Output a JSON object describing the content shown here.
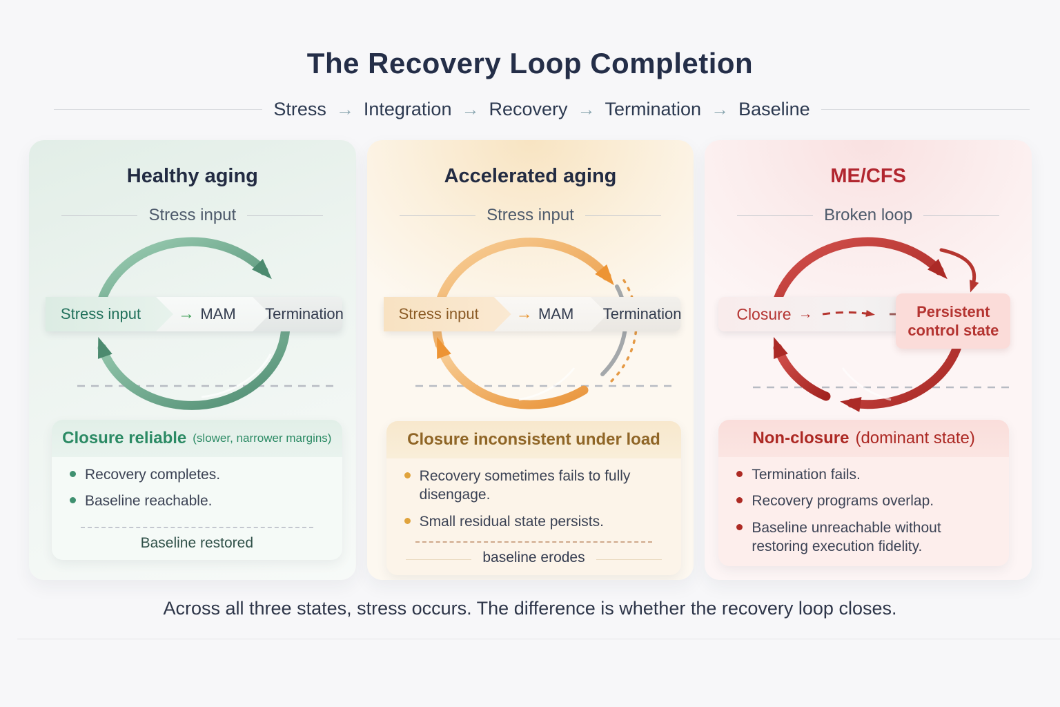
{
  "header": {
    "title": "The Recovery Loop Completion",
    "flow_steps": [
      "Stress",
      "Integration",
      "Recovery",
      "Termination",
      "Baseline"
    ],
    "flow_arrow": "→"
  },
  "panels": [
    {
      "title": "Healthy aging",
      "subtitle": "Stress input",
      "accent_color": "#4c8a6f",
      "bar": {
        "first": "Stress input",
        "arrow": "→",
        "second": "MAM",
        "third": "Termination"
      },
      "card": {
        "heading": "Closure reliable",
        "heading_note": "(slower, narrower margins)",
        "bullets": [
          "Recovery completes.",
          "Baseline reachable."
        ],
        "caption": "Baseline restored"
      }
    },
    {
      "title": "Accelerated aging",
      "subtitle": "Stress input",
      "accent_color": "#e9943a",
      "bar": {
        "first": "Stress input",
        "arrow": "→",
        "second": "MAM",
        "third": "Termination"
      },
      "card": {
        "heading": "Closure inconsistent under load",
        "bullets": [
          "Recovery sometimes fails to fully disengage.",
          "Small residual state persists."
        ],
        "caption": "baseline erodes"
      }
    },
    {
      "title": "ME/CFS",
      "subtitle": "Broken loop",
      "accent_color": "#a32420",
      "bar": {
        "first": "Closure",
        "arrow": "→",
        "box": "Persistent control state"
      },
      "card": {
        "heading": "Non-closure",
        "heading_note": "(dominant state)",
        "bullets": [
          "Termination fails.",
          "Recovery programs overlap.",
          "Baseline unreachable without restoring execution fidelity."
        ]
      }
    }
  ],
  "footer": {
    "text": "Across all three states, stress occurs. The difference is whether the recovery loop closes."
  }
}
